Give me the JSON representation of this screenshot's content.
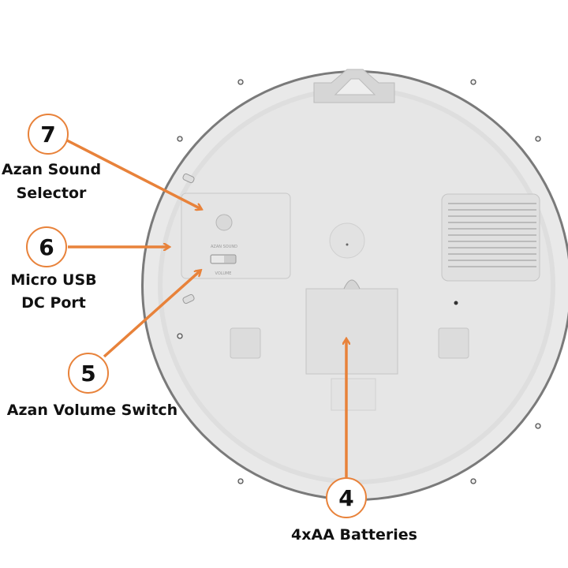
{
  "accent_color": "#E8823A",
  "panel": {
    "azan_sound_label": "AZAN SOUND",
    "volume_label": "VOLUME"
  },
  "callouts": [
    {
      "number": "7",
      "label_lines": [
        "Azan Sound",
        "Selector"
      ]
    },
    {
      "number": "6",
      "label_lines": [
        "Micro USB",
        "DC Port"
      ]
    },
    {
      "number": "5",
      "label_lines": [
        "Azan Volume Switch"
      ]
    },
    {
      "number": "4",
      "label_lines": [
        "4xAA Batteries"
      ]
    }
  ]
}
